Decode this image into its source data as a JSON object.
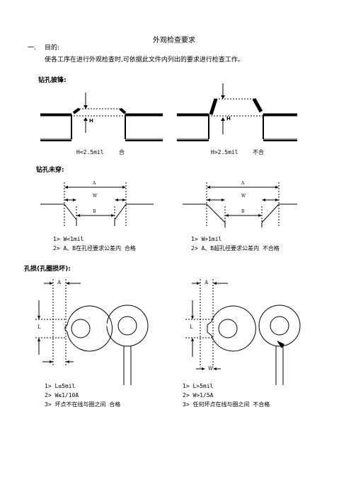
{
  "doc": {
    "title": "外观检查要求",
    "section1": {
      "number": "一.",
      "heading": "目的:",
      "body": "使各工序在进行外观检查时,可依据此文件内列出的要求进行检查工作。"
    },
    "burr": {
      "heading": "钻孔披锋:",
      "left_label": "H",
      "right_label": "H",
      "left_caption": "H<2.5mil",
      "left_result": "合",
      "right_caption": "H>2.5mil",
      "right_result": "不合"
    },
    "unpierced": {
      "heading": "钻孔未穿:",
      "label_a": "A",
      "label_w": "W",
      "label_b": "B",
      "left_notes": [
        "1> W<1mil",
        "2> A、B在孔径要求公差内  合格"
      ],
      "right_notes": [
        "1> W>1mil",
        "2> A、B超孔径要求公差内  不合格"
      ]
    },
    "ring": {
      "heading": "孔损(孔圈损坏):",
      "label_a": "A",
      "label_l": "L",
      "label_w": "W",
      "left_notes": [
        "1> L≤5mil",
        "2> W≤1/10A",
        "3> 坏点不在线与圈之间  合格"
      ],
      "right_notes": [
        "1> L>5mil",
        "2> W>1/5A",
        "3> 任何坏点在线与圈之间  不合格"
      ]
    }
  }
}
